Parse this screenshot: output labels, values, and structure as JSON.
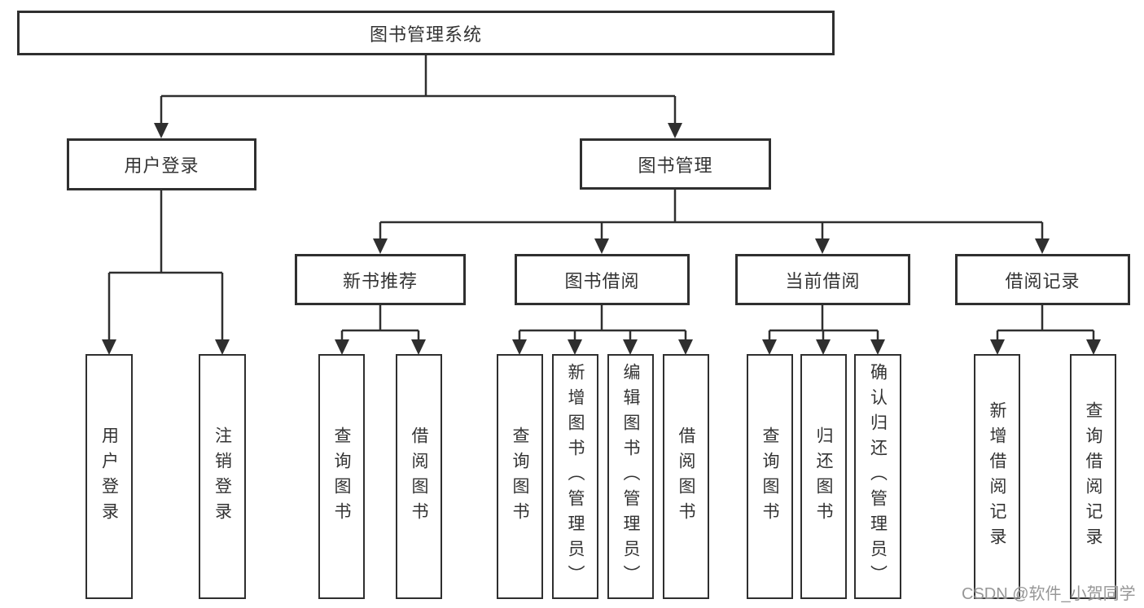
{
  "title": "图书管理系统",
  "watermark": "CSDN @软件_小贺同学",
  "branches": [
    {
      "label": "用户登录",
      "leaves": [
        "用户登录",
        "注销登录"
      ]
    },
    {
      "label": "图书管理",
      "groups": [
        {
          "label": "新书推荐",
          "leaves": [
            "查询图书",
            "借阅图书"
          ]
        },
        {
          "label": "图书借阅",
          "leaves": [
            "查询图书",
            "新增图书（管理员）",
            "编辑图书（管理员）",
            "借阅图书"
          ]
        },
        {
          "label": "当前借阅",
          "leaves": [
            "查询图书",
            "归还图书",
            "确认归还（管理员）"
          ]
        },
        {
          "label": "借阅记录",
          "leaves": [
            "新增借阅记录",
            "查询借阅记录"
          ]
        }
      ]
    }
  ]
}
